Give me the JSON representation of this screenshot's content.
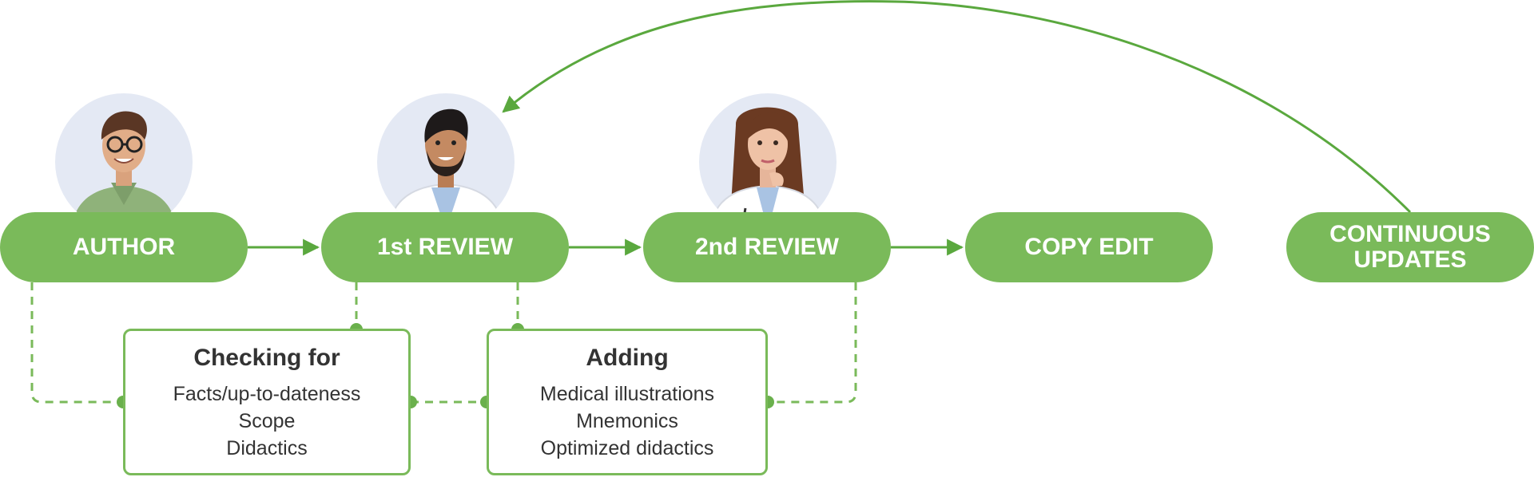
{
  "colors": {
    "accent": "#7aba5a",
    "line": "#5aa83e",
    "text": "#333333",
    "avatar_bg": "#e4e9f4"
  },
  "stages": [
    {
      "label": "AUTHOR"
    },
    {
      "label": "1st REVIEW"
    },
    {
      "label": "2nd REVIEW"
    },
    {
      "label": "COPY EDIT"
    },
    {
      "label_line1": "CONTINUOUS",
      "label_line2": "UPDATES"
    }
  ],
  "boxes": {
    "checking": {
      "title": "Checking for",
      "items": [
        "Facts/up-to-dateness",
        "Scope",
        "Didactics"
      ]
    },
    "adding": {
      "title": "Adding",
      "items": [
        "Medical illustrations",
        "Mnemonics",
        "Optimized didactics"
      ]
    }
  },
  "avatars": [
    "author-avatar",
    "first-reviewer-avatar",
    "second-reviewer-avatar"
  ]
}
